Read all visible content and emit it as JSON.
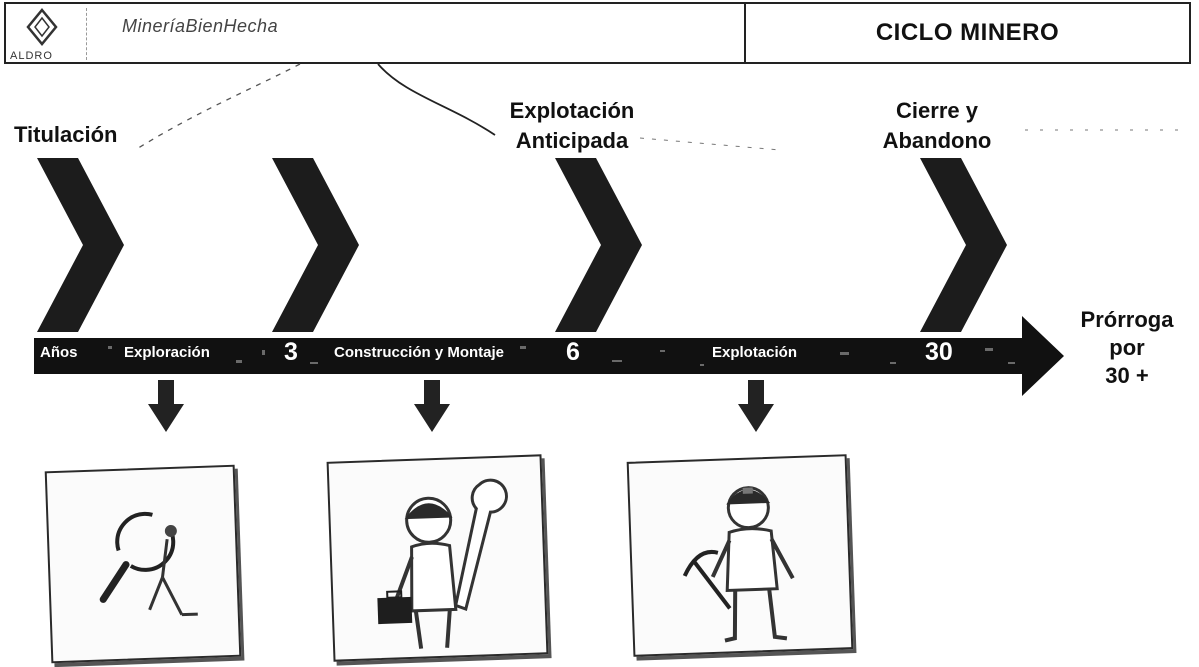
{
  "header": {
    "logo_text": "ALDRO",
    "slogan": "MineríaBienHecha",
    "title": "CICLO MINERO"
  },
  "phases": [
    {
      "label_lines": [
        "Titulación"
      ]
    },
    {
      "label_lines": [
        "Explotación",
        "Anticipada"
      ]
    },
    {
      "label_lines": [
        "Cierre y",
        "Abandono"
      ]
    }
  ],
  "timeline": {
    "axis_label": "Años",
    "stages": [
      "Exploración",
      "Construcción y Montaje",
      "Explotación"
    ],
    "markers": [
      "3",
      "6",
      "30"
    ],
    "extension_lines": [
      "Prórroga",
      "por",
      "30 +"
    ]
  },
  "icons": [
    {
      "name": "magnifier-explorer-icon"
    },
    {
      "name": "construction-worker-wrench-icon"
    },
    {
      "name": "miner-pickaxe-icon"
    }
  ],
  "colors": {
    "bar": "#111111",
    "chevron": "#1c1c1c",
    "text": "#111111"
  }
}
